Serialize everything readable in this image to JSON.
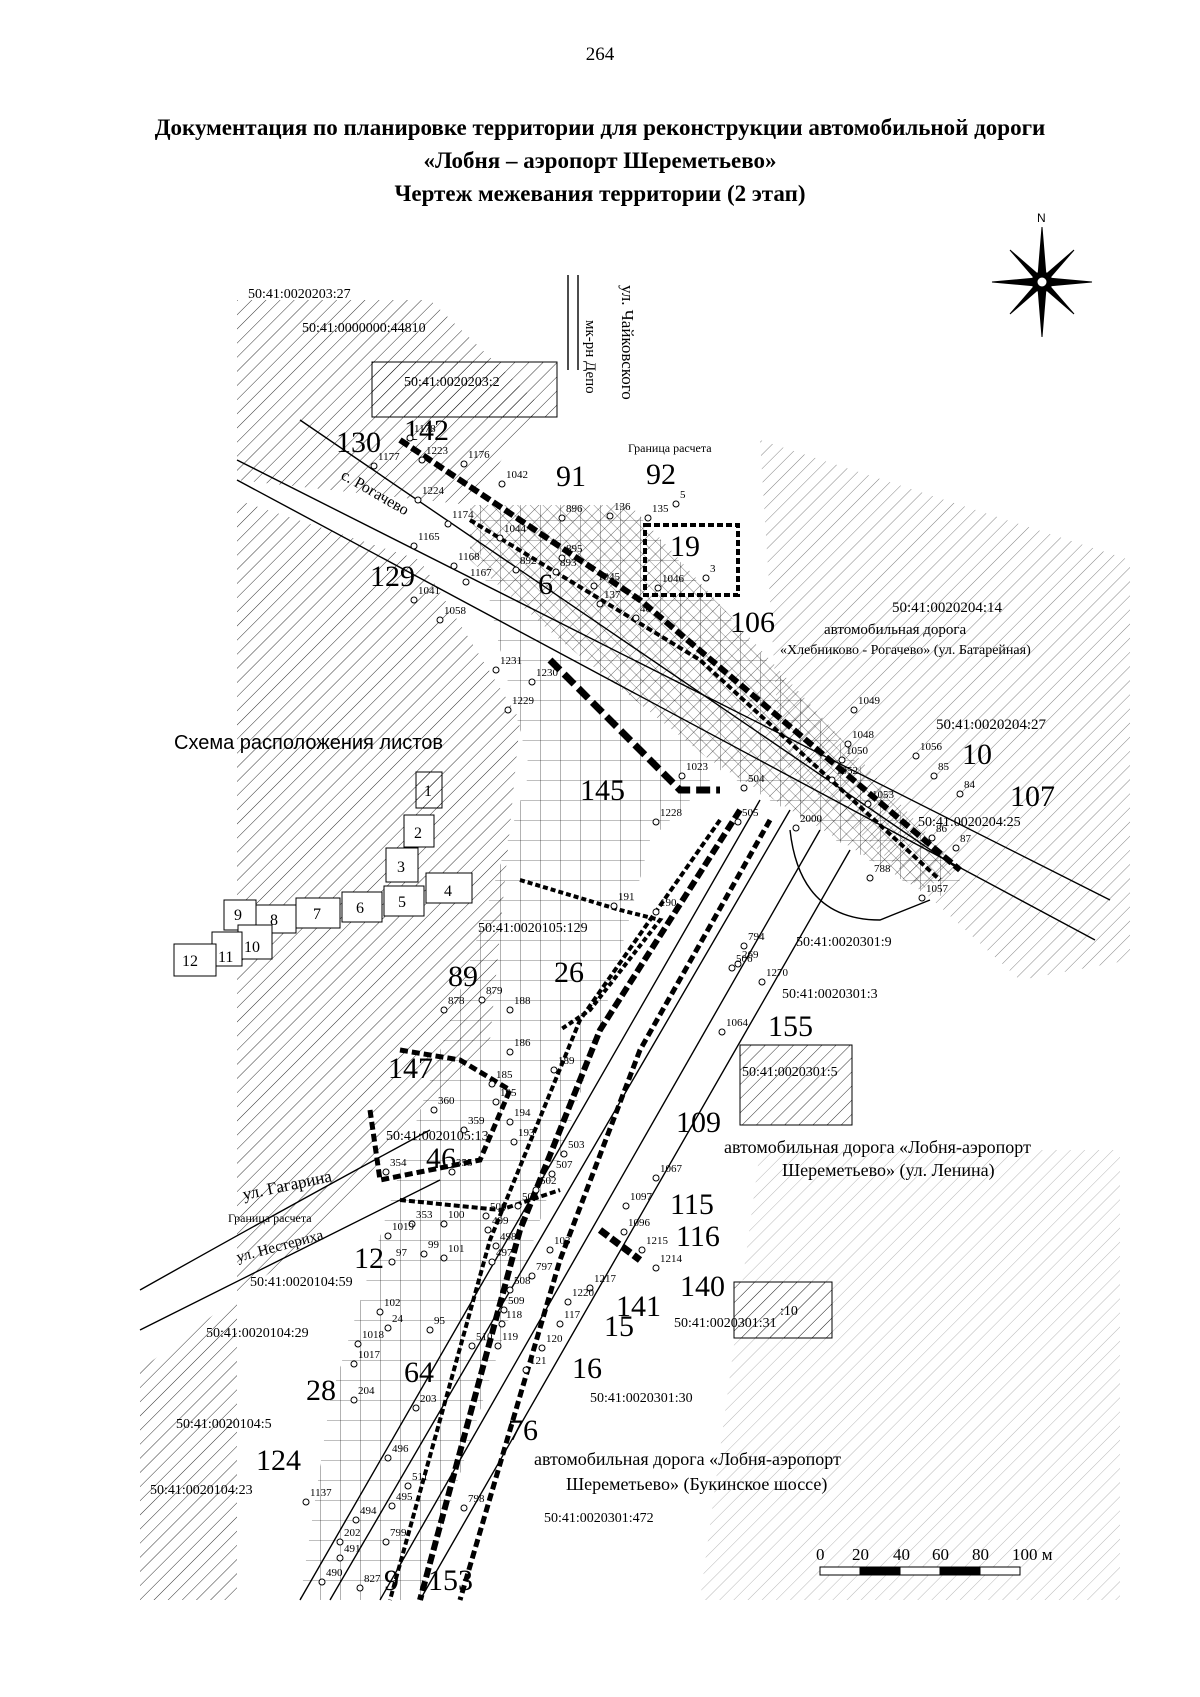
{
  "page_number": "264",
  "title_lines": [
    "Документация по планировке территории для реконструкции автомобильной дороги",
    "«Лобня – аэропорт Шереметьево»",
    "Чертеж межевания территории (2 этап)"
  ],
  "compass": {
    "north_label": "N"
  },
  "streets": {
    "chaikovskogo": "ул. Чайковского",
    "depo": "мк-рн Депо",
    "rogachevo": "с. Рогачево",
    "gagarina": "ул. Гагарина",
    "nesterikha": "ул. Нестериха",
    "calc_boundary_top": "Граница расчета",
    "calc_boundary_left": "Граница расчета"
  },
  "roads": {
    "hlebnikovo_1": "автомобильная дорога",
    "hlebnikovo_2": "«Хлебниково - Рогачево» (ул. Батарейная)",
    "lenina_1": "автомобильная дорога «Лобня-аэропорт",
    "lenina_2": "Шереметьево» (ул. Ленина)",
    "bukinskoe_1": "автомобильная дорога «Лобня-аэропорт",
    "bukinskoe_2": "Шереметьево» (Букинское шоссе)"
  },
  "cadastral": {
    "c1": "50:41:0020203:27",
    "c2": "50:41:0000000:44810",
    "c3": "50:41:0020203:2",
    "c4": "50:41:0020204:14",
    "c5": "50:41:0020204:27",
    "c6": "50:41:0020204:25",
    "c7": "50:41:0020105:129",
    "c8": "50:41:0020301:9",
    "c9": "50:41:0020301:3",
    "c10": "50:41:0020301:5",
    "c11": "50:41:0020105:13",
    "c12": "50:41:0020104:59",
    "c13": "50:41:0020104:29",
    "c14": "50:41:0020301:31",
    "c15": "50:41:0020301:30",
    "c16": "50:41:0020104:5",
    "c17": "50:41:0020104:23",
    "c18": "50:41:0020301:472",
    "c19": ":10"
  },
  "sheet_scheme": {
    "title": "Схема расположения листов",
    "sheets": [
      "1",
      "2",
      "3",
      "4",
      "5",
      "6",
      "7",
      "8",
      "9",
      "10",
      "11",
      "12"
    ]
  },
  "zones": [
    "130",
    "142",
    "91",
    "92",
    "19",
    "6",
    "129",
    "106",
    "10",
    "107",
    "145",
    "26",
    "89",
    "155",
    "147",
    "46",
    "109",
    "115",
    "116",
    "140",
    "141",
    "12",
    "15",
    "16",
    "64",
    "28",
    "76",
    "124",
    "9",
    "153"
  ],
  "points": [
    "1178",
    "1177",
    "1223",
    "1176",
    "1224",
    "1042",
    "1174",
    "1044",
    "896",
    "136",
    "135",
    "5",
    "1165",
    "1168",
    "893",
    "892",
    "895",
    "1045",
    "1046",
    "3",
    "137",
    "40",
    "1041",
    "1167",
    "1058",
    "1231",
    "1230",
    "1229",
    "1049",
    "1048",
    "1050",
    "1052",
    "1056",
    "85",
    "84",
    "1053",
    "86",
    "87",
    "1023",
    "504",
    "1228",
    "505",
    "2000",
    "788",
    "1057",
    "191",
    "190",
    "794",
    "269",
    "506",
    "1270",
    "879",
    "878",
    "188",
    "186",
    "189",
    "1064",
    "185",
    "195",
    "360",
    "359",
    "194",
    "193",
    "503",
    "354",
    "355",
    "507",
    "1067",
    "502",
    "501",
    "500",
    "353",
    "100",
    "499",
    "498",
    "1019",
    "99",
    "101",
    "103",
    "497",
    "1097",
    "1096",
    "1215",
    "1214",
    "97",
    "797",
    "508",
    "1217",
    "1220",
    "509",
    "102",
    "24",
    "95",
    "118",
    "117",
    "119",
    "120",
    "510",
    "121",
    "1018",
    "1017",
    "204",
    "203",
    "496",
    "511",
    "1137",
    "495",
    "798",
    "494",
    "799",
    "202",
    "491",
    "490",
    "827"
  ],
  "scale_bar": {
    "ticks": [
      "0",
      "20",
      "40",
      "60",
      "80",
      "100 м"
    ]
  }
}
